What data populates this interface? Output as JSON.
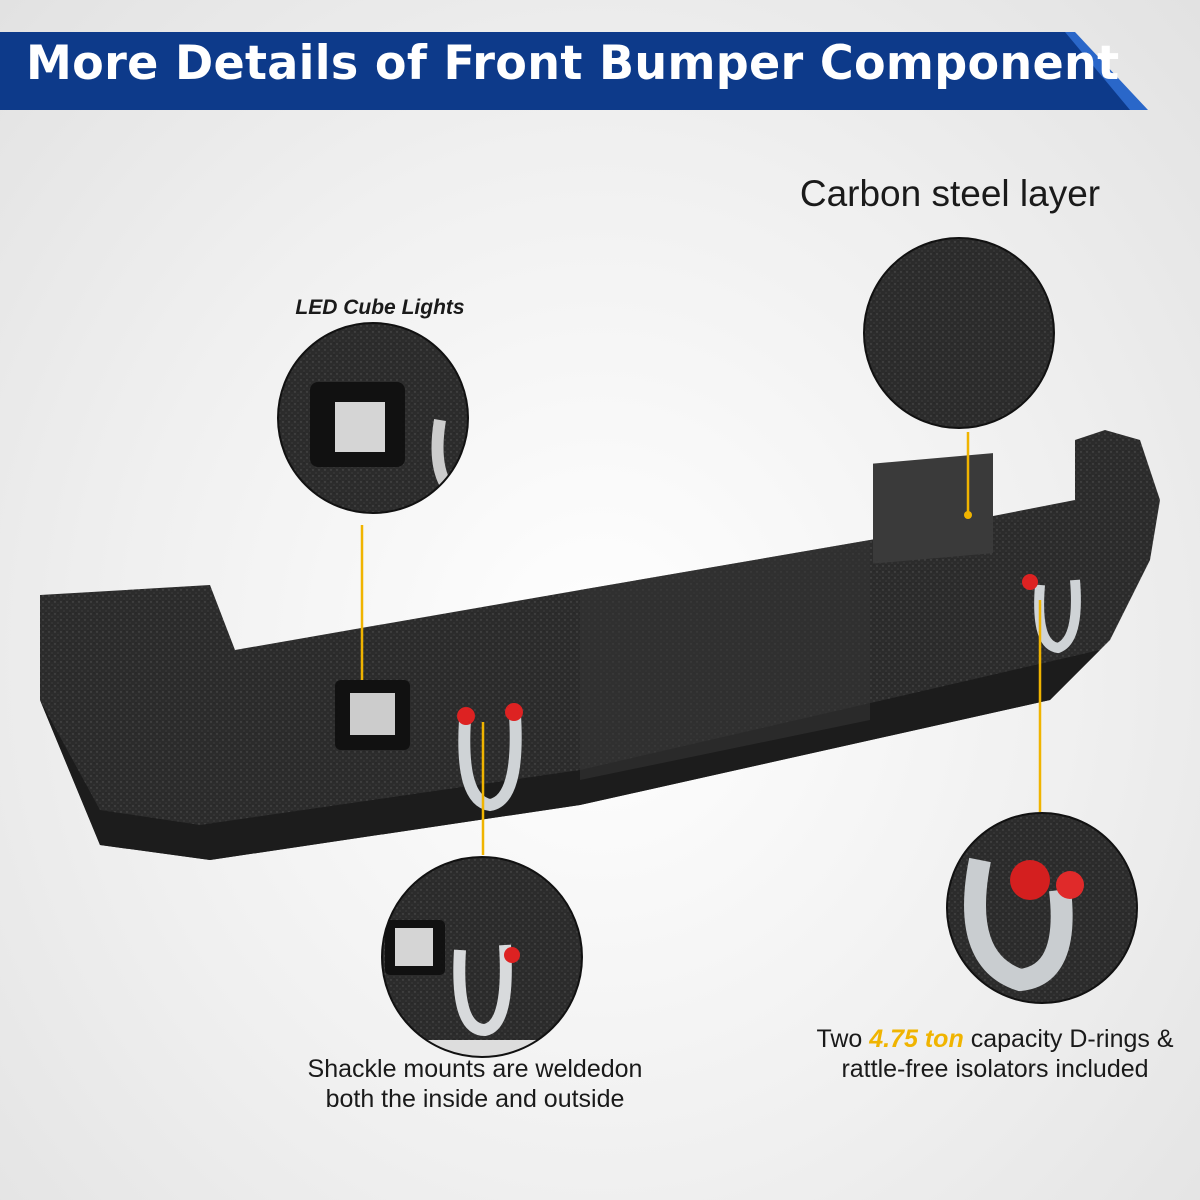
{
  "banner": {
    "title": "More Details of Front Bumper Component"
  },
  "callouts": {
    "carbon_steel": "Carbon steel layer",
    "led_lights": "LED Cube Lights",
    "shackle_line1": "Shackle mounts are weldedon",
    "shackle_line2": "both the inside and outside",
    "dring_prefix": "Two",
    "dring_highlight": "4.75 ton",
    "dring_suffix": "capacity D-rings &",
    "dring_line2": "rattle-free isolators included"
  },
  "colors": {
    "banner": "#0d3a8a",
    "accent": "#f0b400",
    "bumper": "#2b2b2b"
  }
}
